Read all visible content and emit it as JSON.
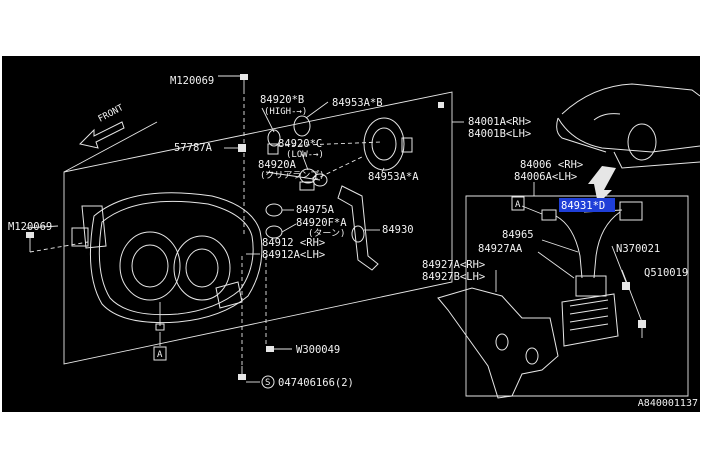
{
  "diagram": {
    "background": "#000000",
    "highlight_color": "#1f3fd8",
    "front_label": "FRONT",
    "ref_a": "A",
    "labels": {
      "m120069_top": "M120069",
      "p84920b": "84920*B",
      "p84920b_sub": "(HIGH-→)",
      "p84953ab": "84953A*B",
      "p84001a": "84001A<RH>",
      "p84001b": "84001B<LH>",
      "p57787a": "57787A",
      "p84920c": "84920*C",
      "p84920c_sub": "(LOW-→)",
      "p84920a": "84920A",
      "p84920a_sub": "(クリアランプ)",
      "p84953aa": "84953A*A",
      "p84975a": "84975A",
      "p84920f": "84920F*A",
      "p84920f_sub": "(ターン)",
      "p84930": "84930",
      "m120069_left": "M120069",
      "p84912": "84912 <RH>",
      "p84912a": "84912A<LH>",
      "w300049": "W300049",
      "s047406166": "047406166(2)",
      "s_circle": "S",
      "p84006": "84006 <RH>",
      "p84006a": "84006A<LH>",
      "p84931d": "84931*D",
      "p84965": "84965",
      "p84927aa": "84927AA",
      "n370021": "N370021",
      "p84927a": "84927A<RH>",
      "p84927b": "84927B<LH>",
      "q510019": "Q510019",
      "diagram_id": "A840001137"
    }
  }
}
